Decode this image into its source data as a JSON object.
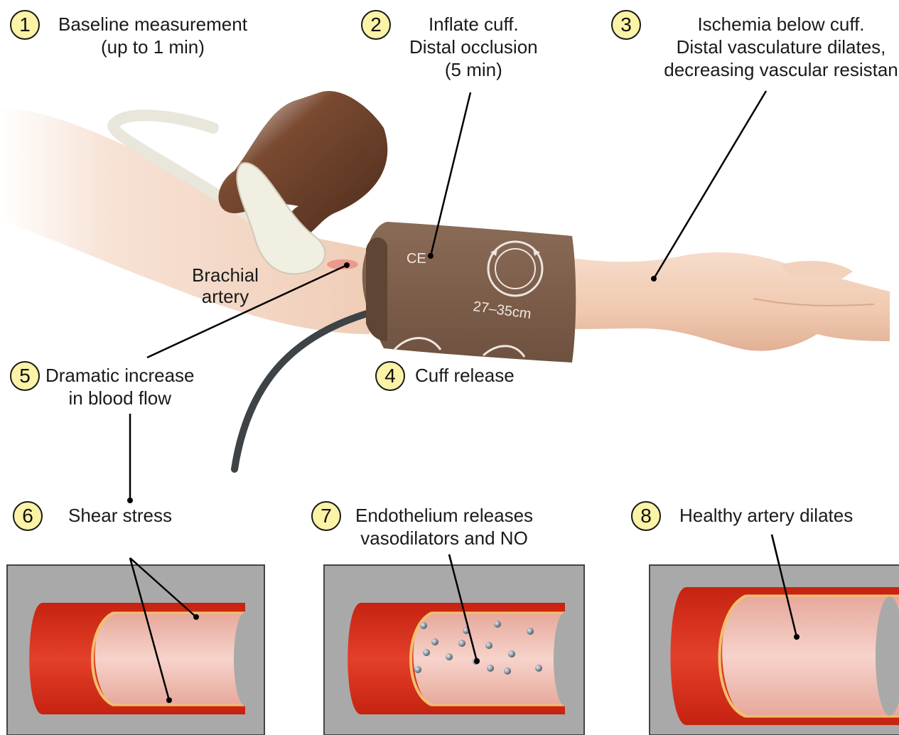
{
  "steps": [
    {
      "num": "1",
      "text": "Baseline measurement\n(up to 1 min)"
    },
    {
      "num": "2",
      "text": "Inflate cuff.\nDistal occlusion\n(5 min)"
    },
    {
      "num": "3",
      "text": "Ischemia below cuff.\nDistal vasculature dilates,\ndecreasing vascular resistan"
    },
    {
      "num": "4",
      "text": "Cuff release"
    },
    {
      "num": "5",
      "text": "Dramatic increase\nin blood flow"
    },
    {
      "num": "6",
      "text": "Shear stress"
    },
    {
      "num": "7",
      "text": "Endothelium releases\nvasodilators and NO"
    },
    {
      "num": "8",
      "text": "Healthy artery dilates"
    }
  ],
  "brachial_label": "Brachial\nartery",
  "cuff_size": "27–35cm",
  "cuff_mark": "CE",
  "colors": {
    "badge": "#fbf3a6",
    "cuff": "#7d5f4c",
    "skin": "#f3d3bd",
    "artery": "#d7301b",
    "artery_lumen": "#f0b7ac",
    "panel": "#a9a9a9"
  }
}
